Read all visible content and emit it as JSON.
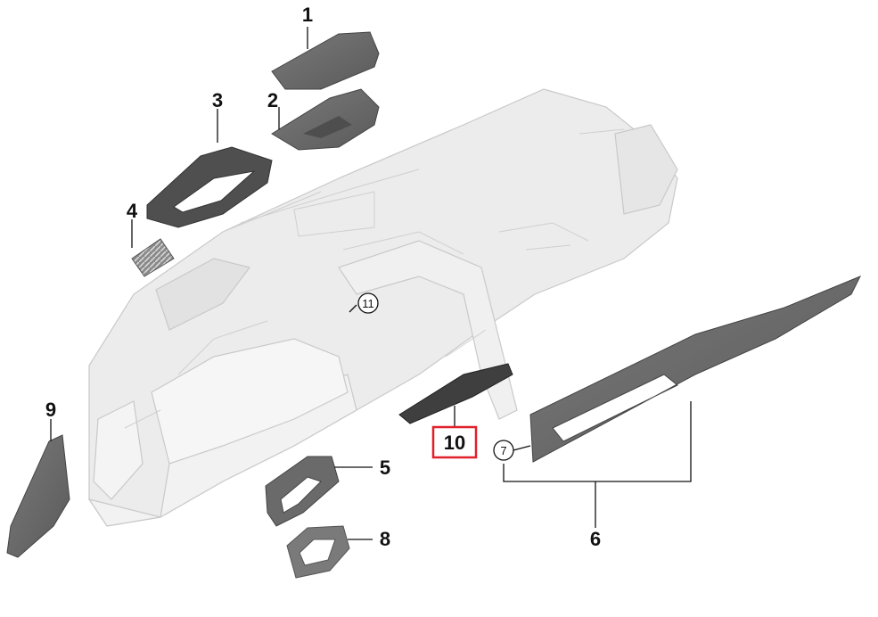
{
  "diagram": {
    "highlight_color": "#e0202a",
    "part_color": "#6f6f6f",
    "dashboard_color": "#e8e8e8",
    "callouts": [
      {
        "id": "1",
        "label": "1"
      },
      {
        "id": "2",
        "label": "2"
      },
      {
        "id": "3",
        "label": "3"
      },
      {
        "id": "4",
        "label": "4"
      },
      {
        "id": "5",
        "label": "5"
      },
      {
        "id": "6",
        "label": "6"
      },
      {
        "id": "7",
        "label": "7"
      },
      {
        "id": "8",
        "label": "8"
      },
      {
        "id": "9",
        "label": "9"
      },
      {
        "id": "10",
        "label": "10",
        "highlighted": true
      },
      {
        "id": "11",
        "label": "11"
      }
    ]
  }
}
